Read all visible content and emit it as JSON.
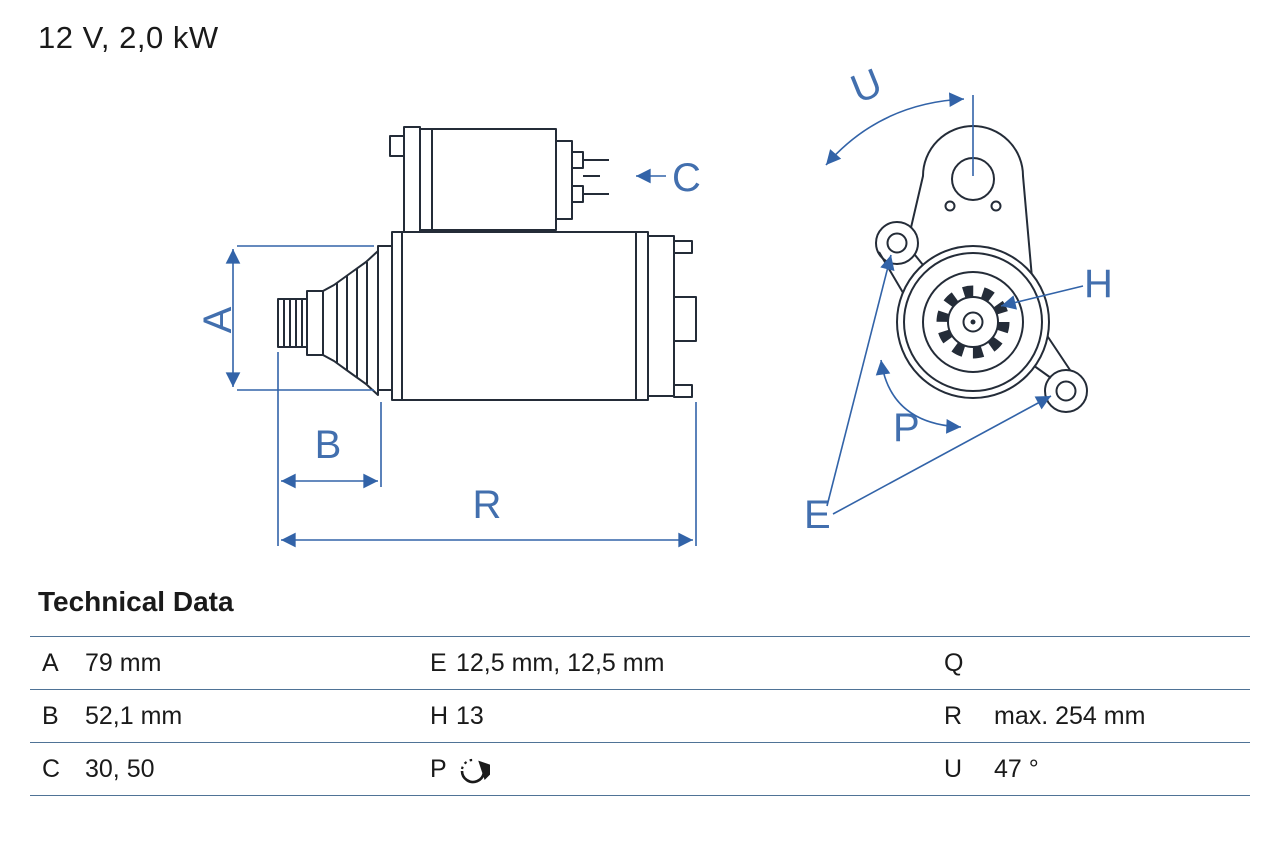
{
  "title": "12 V, 2,0 kW",
  "colors": {
    "accent": "#3263a8",
    "ink": "#242c38",
    "table_line": "#4f7396",
    "text": "#1a1a1a"
  },
  "drawing": {
    "labels": {
      "A": "A",
      "B": "B",
      "C": "C",
      "R": "R",
      "U": "U",
      "H": "H",
      "P": "P",
      "E": "E"
    },
    "icons": {
      "p_cell": "rotation-direction-icon"
    }
  },
  "technical_data": {
    "heading": "Technical Data",
    "rows": [
      {
        "cells": [
          {
            "key": "A",
            "value": "79 mm"
          },
          {
            "key": "E",
            "value": "12,5 mm, 12,5 mm"
          },
          {
            "key": "Q",
            "value": ""
          }
        ]
      },
      {
        "cells": [
          {
            "key": "B",
            "value": "52,1 mm"
          },
          {
            "key": "H",
            "value": "13"
          },
          {
            "key": "R",
            "value": "max. 254 mm"
          }
        ]
      },
      {
        "cells": [
          {
            "key": "C",
            "value": "30, 50"
          },
          {
            "key": "P",
            "value": ""
          },
          {
            "key": "U",
            "value": "47 °"
          }
        ]
      }
    ]
  }
}
